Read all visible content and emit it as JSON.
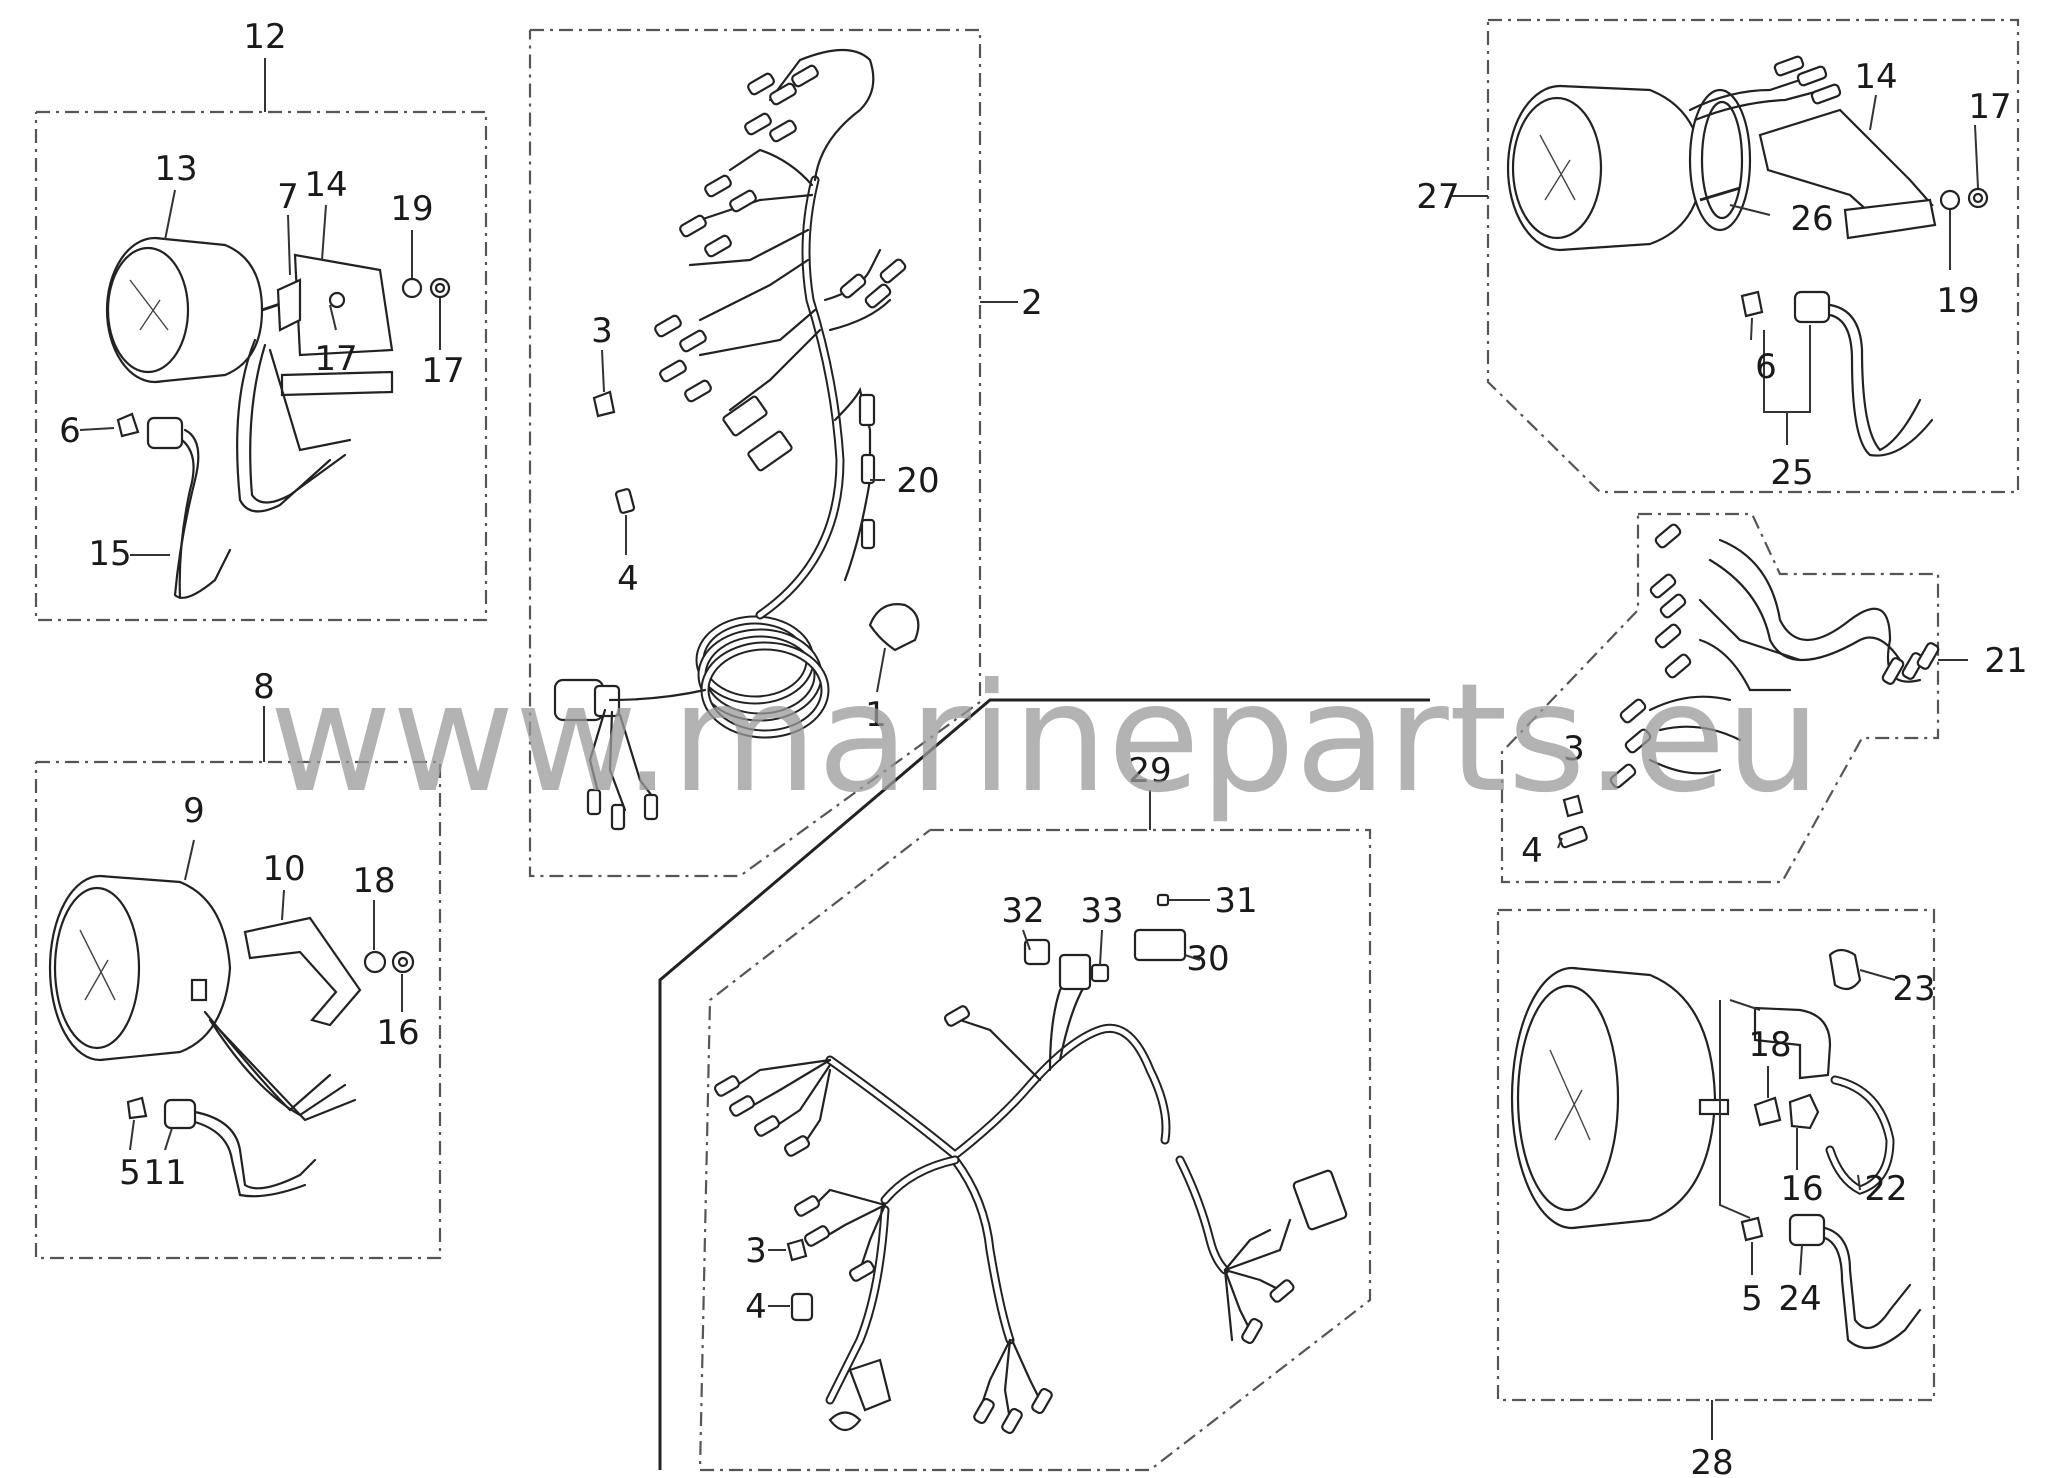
{
  "watermark": "www.marineparts.eu",
  "labels": {
    "l1": "1",
    "l2": "2",
    "l3a": "3",
    "l3b": "3",
    "l3c": "3",
    "l4a": "4",
    "l4b": "4",
    "l4c": "4",
    "l5a": "5",
    "l5b": "5",
    "l6a": "6",
    "l6b": "6",
    "l7": "7",
    "l8": "8",
    "l9": "9",
    "l10": "10",
    "l11": "11",
    "l12": "12",
    "l13": "13",
    "l14a": "14",
    "l14b": "14",
    "l15": "15",
    "l16a": "16",
    "l16b": "16",
    "l17a": "17",
    "l17b": "17",
    "l17c": "17",
    "l18a": "18",
    "l18b": "18",
    "l19a": "19",
    "l19b": "19",
    "l20": "20",
    "l21": "21",
    "l22": "22",
    "l23": "23",
    "l24": "24",
    "l25": "25",
    "l26": "26",
    "l27": "27",
    "l28": "28",
    "l29": "29",
    "l30": "30",
    "l31": "31",
    "l32": "32",
    "l33": "33"
  }
}
